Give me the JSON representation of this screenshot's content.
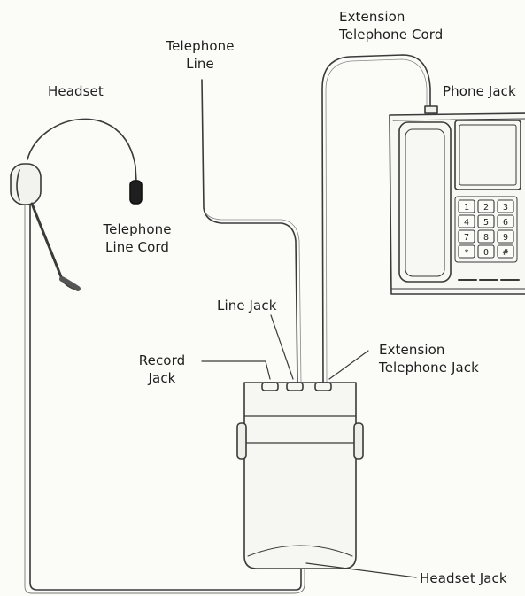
{
  "labels": {
    "extension_telephone_cord": [
      "Extension",
      "Telephone Cord"
    ],
    "telephone_line": [
      "Telephone",
      "Line"
    ],
    "headset": "Headset",
    "phone_jack": "Phone Jack",
    "telephone_line_cord": [
      "Telephone",
      "Line Cord"
    ],
    "line_jack": "Line Jack",
    "record_jack": [
      "Record",
      "Jack"
    ],
    "extension_telephone_jack": [
      "Extension",
      "Telephone Jack"
    ],
    "headset_jack": "Headset Jack"
  },
  "keypad": [
    "1",
    "2",
    "3",
    "4",
    "5",
    "6",
    "7",
    "8",
    "9",
    "*",
    "0",
    "#"
  ]
}
